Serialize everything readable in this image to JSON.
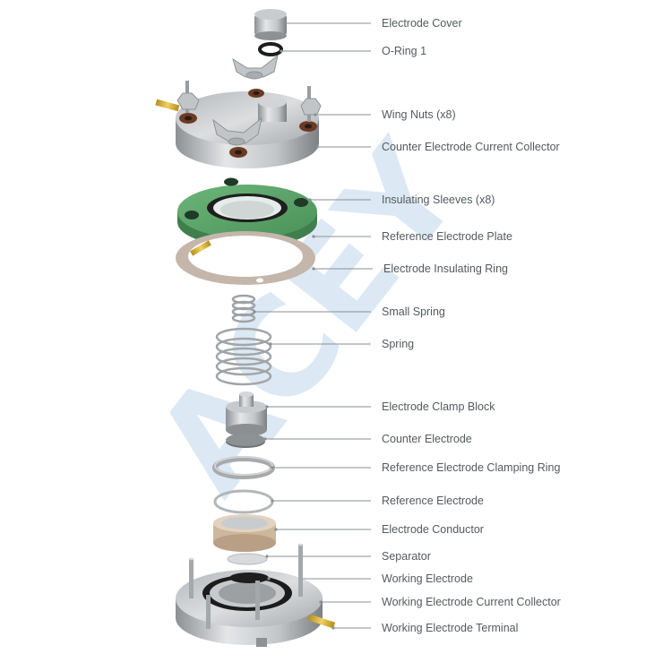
{
  "watermark": "ACEY",
  "colors": {
    "label_text": "#555a5e",
    "leader_line": "#8a8f93",
    "metal": "#b9bcbf",
    "insulating_plate": "#59a569",
    "copper_ring": "#c4b6ab",
    "terminal": "#d8b73a",
    "watermark": "#d7e6f3"
  },
  "labels": [
    {
      "id": "electrode-cover",
      "text": "Electrode Cover"
    },
    {
      "id": "o-ring-1",
      "text": "O-Ring 1"
    },
    {
      "id": "wing-nuts",
      "text": "Wing Nuts (x8)"
    },
    {
      "id": "counter-electrode-current-collector",
      "text": "Counter Electrode Current Collector"
    },
    {
      "id": "insulating-sleeves",
      "text": "Insulating Sleeves (x8)"
    },
    {
      "id": "reference-electrode-plate",
      "text": "Reference Electrode Plate"
    },
    {
      "id": "electrode-insulating-ring",
      "text": "Electrode Insulating Ring"
    },
    {
      "id": "small-spring",
      "text": "Small Spring"
    },
    {
      "id": "spring",
      "text": "Spring"
    },
    {
      "id": "electrode-clamp-block",
      "text": "Electrode Clamp Block"
    },
    {
      "id": "counter-electrode",
      "text": "Counter Electrode"
    },
    {
      "id": "reference-electrode-clamping-ring",
      "text": "Reference Electrode Clamping Ring"
    },
    {
      "id": "reference-electrode",
      "text": "Reference Electrode"
    },
    {
      "id": "electrode-conductor",
      "text": "Electrode Conductor"
    },
    {
      "id": "separator",
      "text": "Separator"
    },
    {
      "id": "working-electrode",
      "text": "Working Electrode"
    },
    {
      "id": "working-electrode-current-collector",
      "text": "Working Electrode Current Collector"
    },
    {
      "id": "working-electrode-terminal",
      "text": "Working Electrode Terminal"
    }
  ]
}
